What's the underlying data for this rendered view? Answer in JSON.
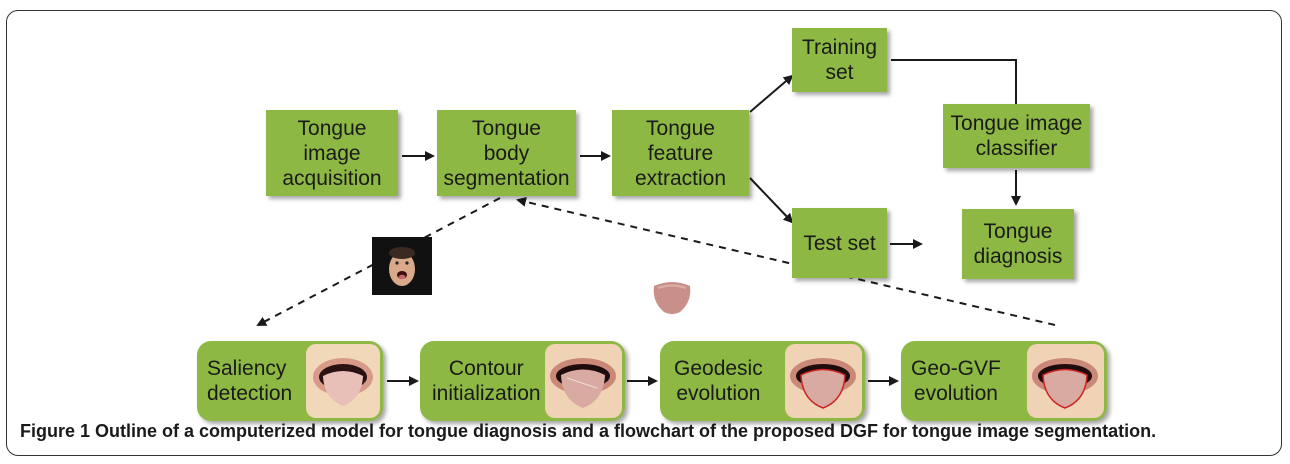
{
  "nodes": {
    "acquisition": "Tongue\nimage\nacquisition",
    "segmentation": "Tongue\nbody\nsegmentation",
    "extraction": "Tongue\nfeature\nextraction",
    "training": "Training\nset",
    "classifier": "Tongue image\nclassifier",
    "test": "Test set",
    "diagnosis": "Tongue\ndiagnosis"
  },
  "stages": [
    {
      "label": "Saliency\ndetection"
    },
    {
      "label": "Contour\ninitialization"
    },
    {
      "label": "Geodesic\nevolution"
    },
    {
      "label": "Geo-GVF\nevolution"
    }
  ],
  "caption": {
    "bold": "Figure 1 Outline of a computerized model for tongue diagnosis and a flowchart of the proposed DGF for tongue image segmentation."
  },
  "colors": {
    "node_fill": "#8db843",
    "arrow": "#1a1a1a"
  }
}
